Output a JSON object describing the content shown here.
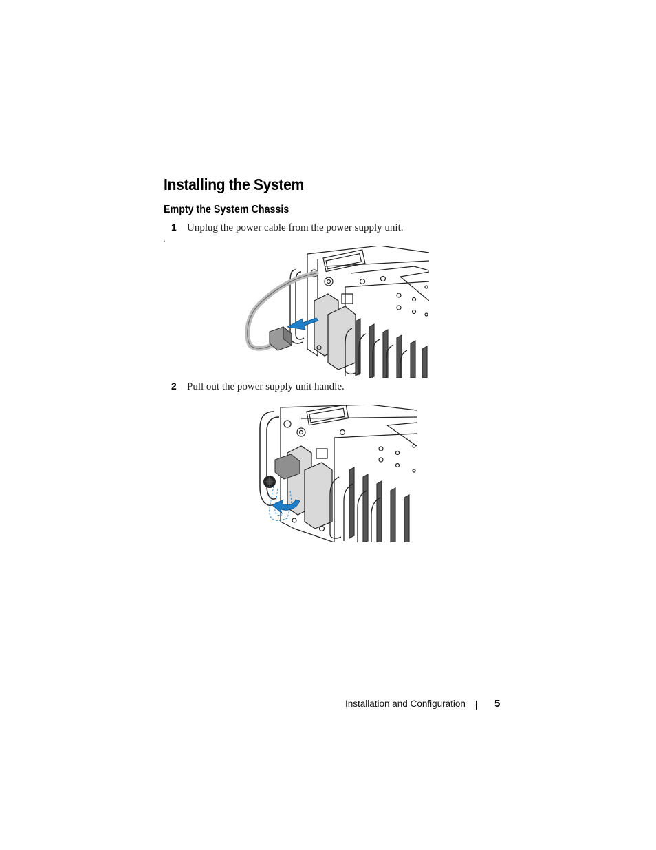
{
  "heading": "Installing the System",
  "subheading": "Empty the System Chassis",
  "steps": [
    {
      "number": "1",
      "text": "Unplug the power cable from the power supply unit."
    },
    {
      "number": "2",
      "text": "Pull out the power supply unit handle."
    }
  ],
  "stray_mark": ".",
  "footer": {
    "section": "Installation and Configuration",
    "page": "5"
  },
  "colors": {
    "arrow": "#1e7fc8",
    "dashed_outline": "#3a8fd6"
  }
}
